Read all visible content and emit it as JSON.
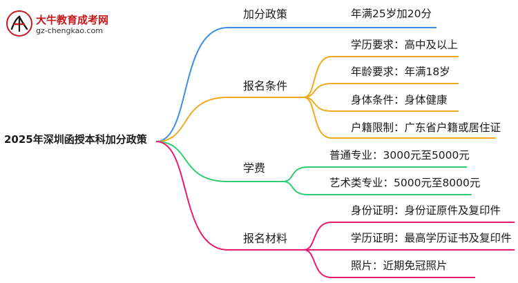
{
  "logo": {
    "title": "大牛教育成考网",
    "url": "gz-chengkao.com",
    "brand_color": "#c8161d"
  },
  "root": {
    "label": "2025年深圳函授本科加分政策"
  },
  "branches": [
    {
      "label": "加分政策",
      "color": "#3a8ee6",
      "leaves": [
        "年满25岁加20分"
      ]
    },
    {
      "label": "报名条件",
      "color": "#f0a81c",
      "leaves": [
        "学历要求：高中及以上",
        "年龄要求：年满18岁",
        "身体条件：身体健康",
        "户籍限制：广东省户籍或居住证"
      ]
    },
    {
      "label": "学费",
      "color": "#2ecc71",
      "leaves": [
        "普通专业：3000元至5000元",
        "艺术类专业：5000元至8000元"
      ]
    },
    {
      "label": "报名材料",
      "color": "#e8196f",
      "leaves": [
        "身份证明：身份证原件及复印件",
        "学历证明：最高学历证书及复印件",
        "照片：近期免冠照片"
      ]
    }
  ]
}
